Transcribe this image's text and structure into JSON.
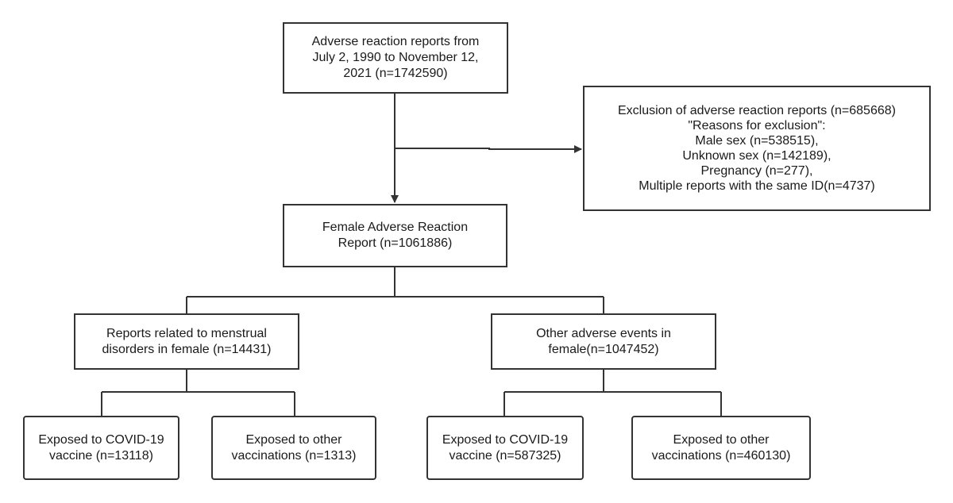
{
  "flowchart": {
    "total_reports": "Adverse reaction reports from\nJuly 2, 1990 to November 12,\n2021   (n=1742590)",
    "exclusion": "Exclusion of adverse reaction reports  (n=685668)\n\"Reasons for exclusion\":\nMale sex  (n=538515),\nUnknown sex  (n=142189),\nPregnancy  (n=277),\nMultiple reports with the same ID(n=4737)",
    "female_reports": "Female Adverse Reaction\nReport  (n=1061886)",
    "menstrual_reports": "Reports related to menstrual\ndisorders in female  (n=14431)",
    "other_events": "Other adverse events in\nfemale(n=1047452)",
    "menstrual_covid": "Exposed to COVID-19\nvaccine  (n=13118)",
    "menstrual_other": "Exposed to other\nvaccinations  (n=1313)",
    "other_covid": "Exposed to COVID-19\nvaccine  (n=587325)",
    "other_other": "Exposed to other\nvaccinations  (n=460130)"
  },
  "colors": {
    "line": "#333333",
    "border": "#333333",
    "background": "#ffffff"
  }
}
